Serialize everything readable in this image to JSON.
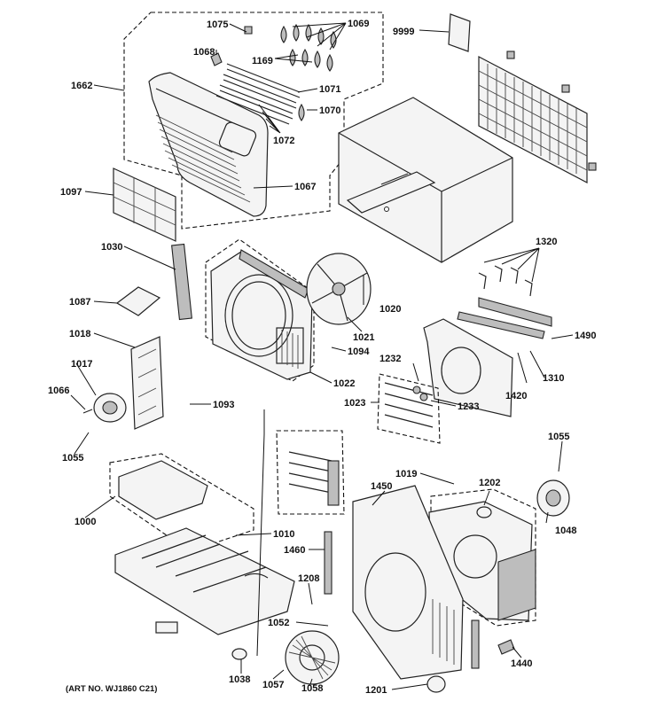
{
  "labels": {
    "l1075": "1075",
    "l1069": "1069",
    "l9999": "9999",
    "l1068": "1068",
    "l1169": "1169",
    "l1662": "1662",
    "l1071": "1071",
    "l1070": "1070",
    "l1072": "1072",
    "l1067": "1067",
    "l1097": "1097",
    "l1030": "1030",
    "l1320": "1320",
    "l1087": "1087",
    "l1020": "1020",
    "l1018": "1018",
    "l1021": "1021",
    "l1490": "1490",
    "l1094": "1094",
    "l1017": "1017",
    "l1232": "1232",
    "l1310": "1310",
    "l1022": "1022",
    "l1420": "1420",
    "l1066": "1066",
    "l1023": "1023",
    "l1233": "1233",
    "l1093": "1093",
    "l1055a": "1055",
    "l1055b": "1055",
    "l1019": "1019",
    "l1202": "1202",
    "l1450": "1450",
    "l1000": "1000",
    "l1048": "1048",
    "l1010": "1010",
    "l1460": "1460",
    "l1208": "1208",
    "l1052": "1052",
    "l1440": "1440",
    "l1038": "1038",
    "l1057": "1057",
    "l1058": "1058",
    "l1201": "1201"
  },
  "footer": {
    "art_number": "(ART NO. WJ1860 C21)"
  }
}
